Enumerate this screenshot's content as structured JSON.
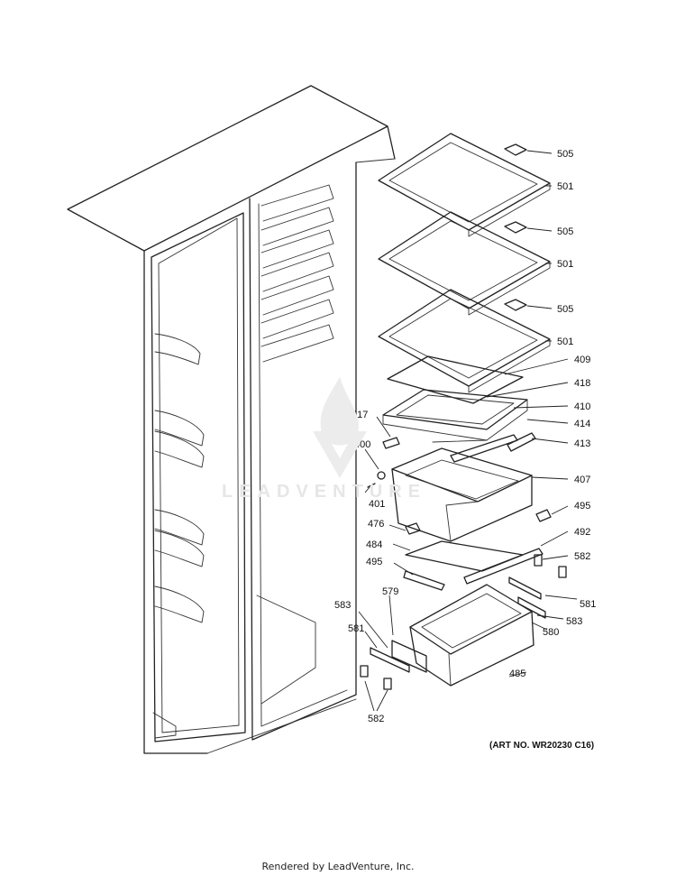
{
  "art_number": "(ART NO. WR20230 C16)",
  "credit": "Rendered by LeadVenture, Inc.",
  "watermark_text": "LEADVENTURE",
  "parts": {
    "p505a": "505",
    "p501a": "501",
    "p505b": "505",
    "p501b": "501",
    "p505c": "505",
    "p501c": "501",
    "p409": "409",
    "p418": "418",
    "p410": "410",
    "p417": "417",
    "p414": "414",
    "p413": "413",
    "p400": "400",
    "p401": "401",
    "p407": "407",
    "p476": "476",
    "p495a": "495",
    "p484": "484",
    "p492": "492",
    "p495b": "495",
    "p582a": "582",
    "p579": "579",
    "p583a": "583",
    "p581a": "581",
    "p583b": "583",
    "p581b": "581",
    "p580": "580",
    "p485": "485",
    "p582b": "582"
  },
  "colors": {
    "line": "#222222",
    "watermark": "#e6e6e6"
  }
}
